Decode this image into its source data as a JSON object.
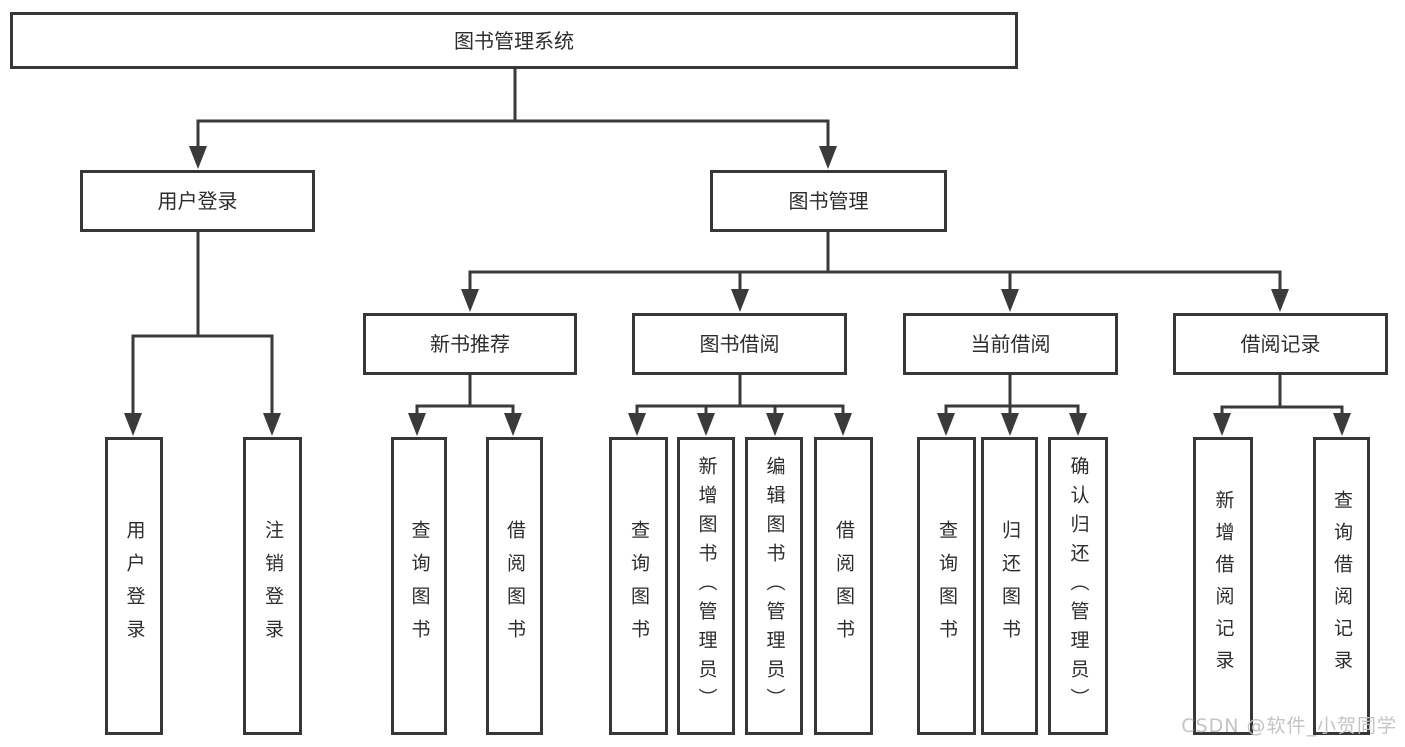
{
  "diagram": {
    "root": {
      "label": "图书管理系统",
      "children": [
        {
          "label": "用户登录",
          "children": [
            {
              "label": "用户登录"
            },
            {
              "label": "注销登录"
            }
          ]
        },
        {
          "label": "图书管理",
          "children": [
            {
              "label": "新书推荐",
              "children": [
                {
                  "label": "查询图书"
                },
                {
                  "label": "借阅图书"
                }
              ]
            },
            {
              "label": "图书借阅",
              "children": [
                {
                  "label": "查询图书"
                },
                {
                  "label": "新增图书（管理员）"
                },
                {
                  "label": "编辑图书（管理员）"
                },
                {
                  "label": "借阅图书"
                }
              ]
            },
            {
              "label": "当前借阅",
              "children": [
                {
                  "label": "查询图书"
                },
                {
                  "label": "归还图书"
                },
                {
                  "label": "确认归还（管理员）"
                }
              ]
            },
            {
              "label": "借阅记录",
              "children": [
                {
                  "label": "新增借阅记录"
                },
                {
                  "label": "查询借阅记录"
                }
              ]
            }
          ]
        }
      ]
    }
  },
  "watermark": {
    "text": "CSDN @软件_小贺同学"
  },
  "colors": {
    "line": "#3a3a3a",
    "box_border": "#373737",
    "text": "#2d2d2d",
    "watermark": "#c1c1c1",
    "background": "#ffffff"
  }
}
